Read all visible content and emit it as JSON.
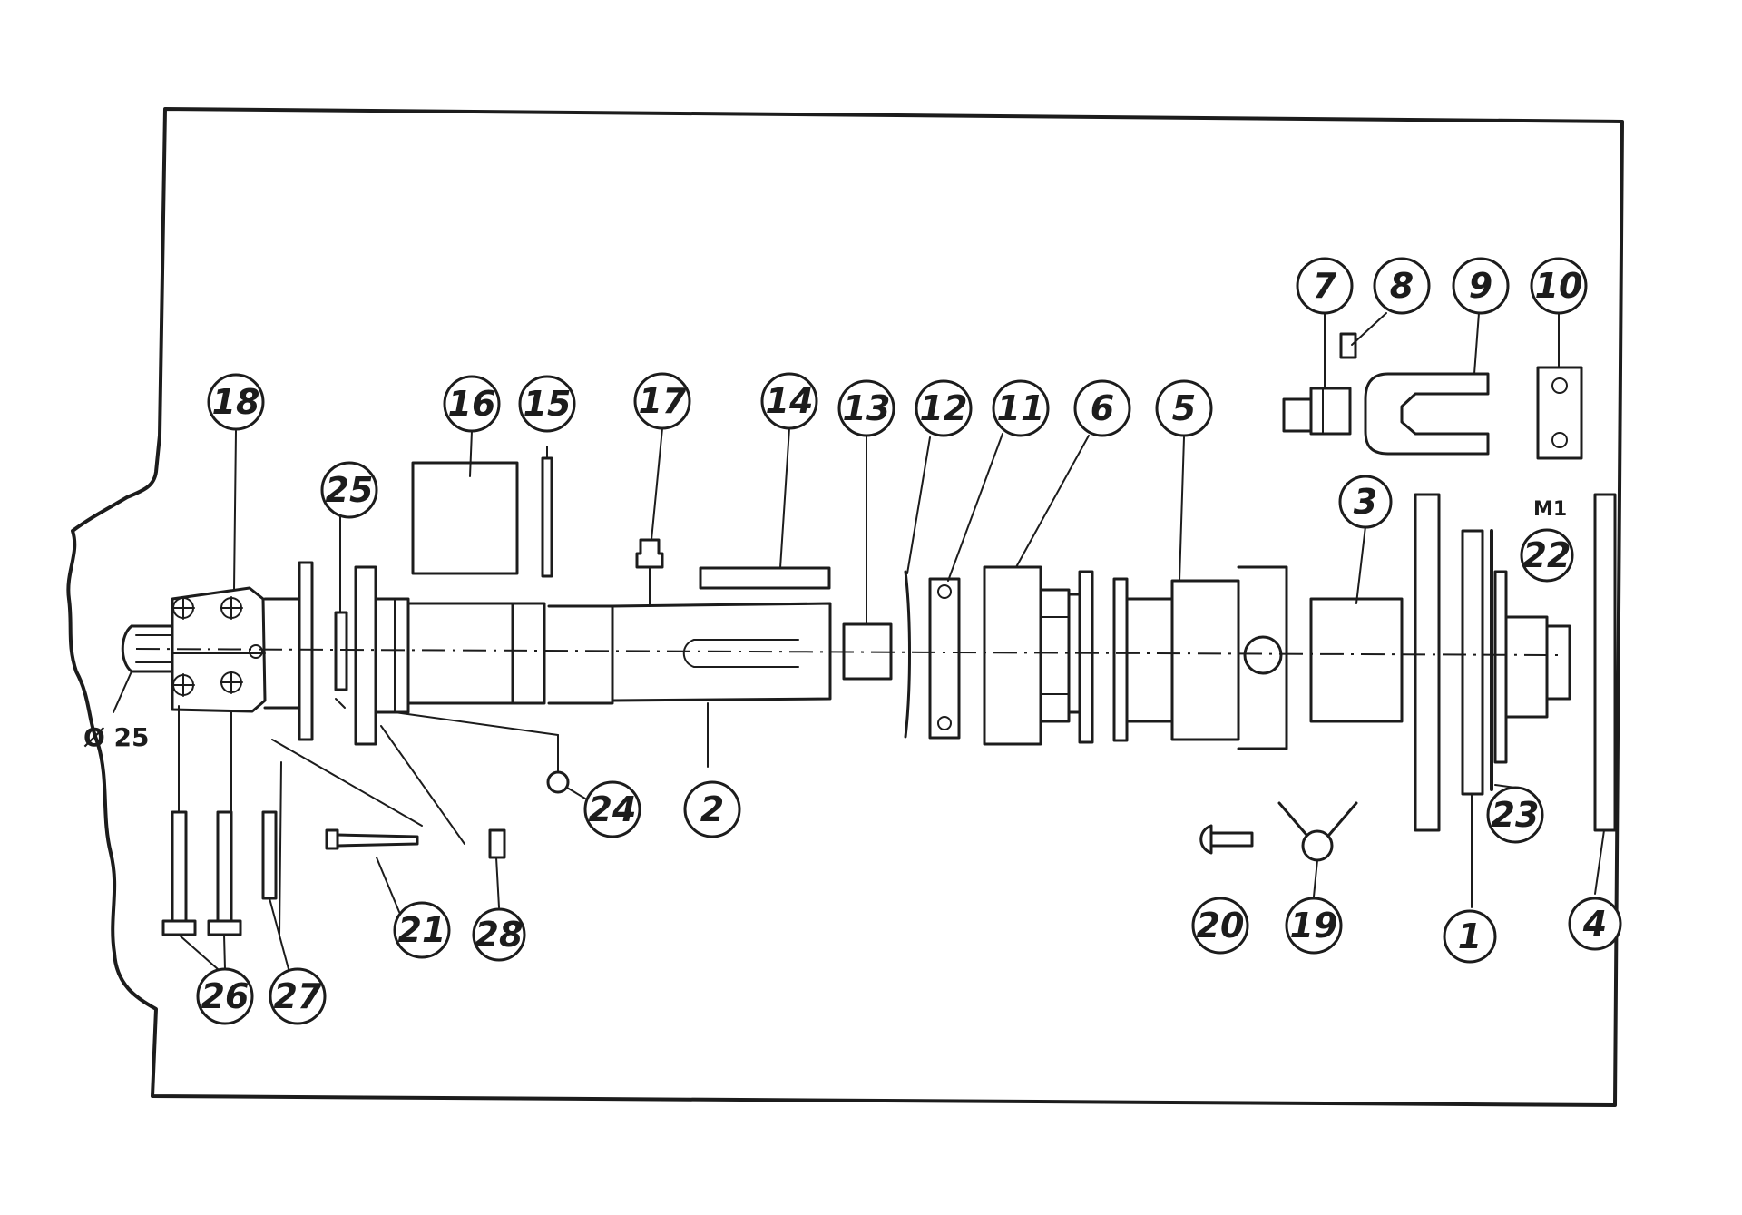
{
  "diagram": {
    "dimension_label": "Ø 25",
    "note_label": "M1",
    "callouts": [
      {
        "id": "c1",
        "label": "1"
      },
      {
        "id": "c2",
        "label": "2"
      },
      {
        "id": "c3",
        "label": "3"
      },
      {
        "id": "c4",
        "label": "4"
      },
      {
        "id": "c5",
        "label": "5"
      },
      {
        "id": "c6",
        "label": "6"
      },
      {
        "id": "c7",
        "label": "7"
      },
      {
        "id": "c8",
        "label": "8"
      },
      {
        "id": "c9",
        "label": "9"
      },
      {
        "id": "c10",
        "label": "10"
      },
      {
        "id": "c11",
        "label": "11"
      },
      {
        "id": "c12",
        "label": "12"
      },
      {
        "id": "c13",
        "label": "13"
      },
      {
        "id": "c14",
        "label": "14"
      },
      {
        "id": "c15",
        "label": "15"
      },
      {
        "id": "c16",
        "label": "16"
      },
      {
        "id": "c17",
        "label": "17"
      },
      {
        "id": "c18",
        "label": "18"
      },
      {
        "id": "c19",
        "label": "19"
      },
      {
        "id": "c20",
        "label": "20"
      },
      {
        "id": "c21",
        "label": "21"
      },
      {
        "id": "c22",
        "label": "22"
      },
      {
        "id": "c23",
        "label": "23"
      },
      {
        "id": "c24",
        "label": "24"
      },
      {
        "id": "c25",
        "label": "25"
      },
      {
        "id": "c26",
        "label": "26"
      },
      {
        "id": "c27",
        "label": "27"
      },
      {
        "id": "c28",
        "label": "28"
      }
    ]
  }
}
